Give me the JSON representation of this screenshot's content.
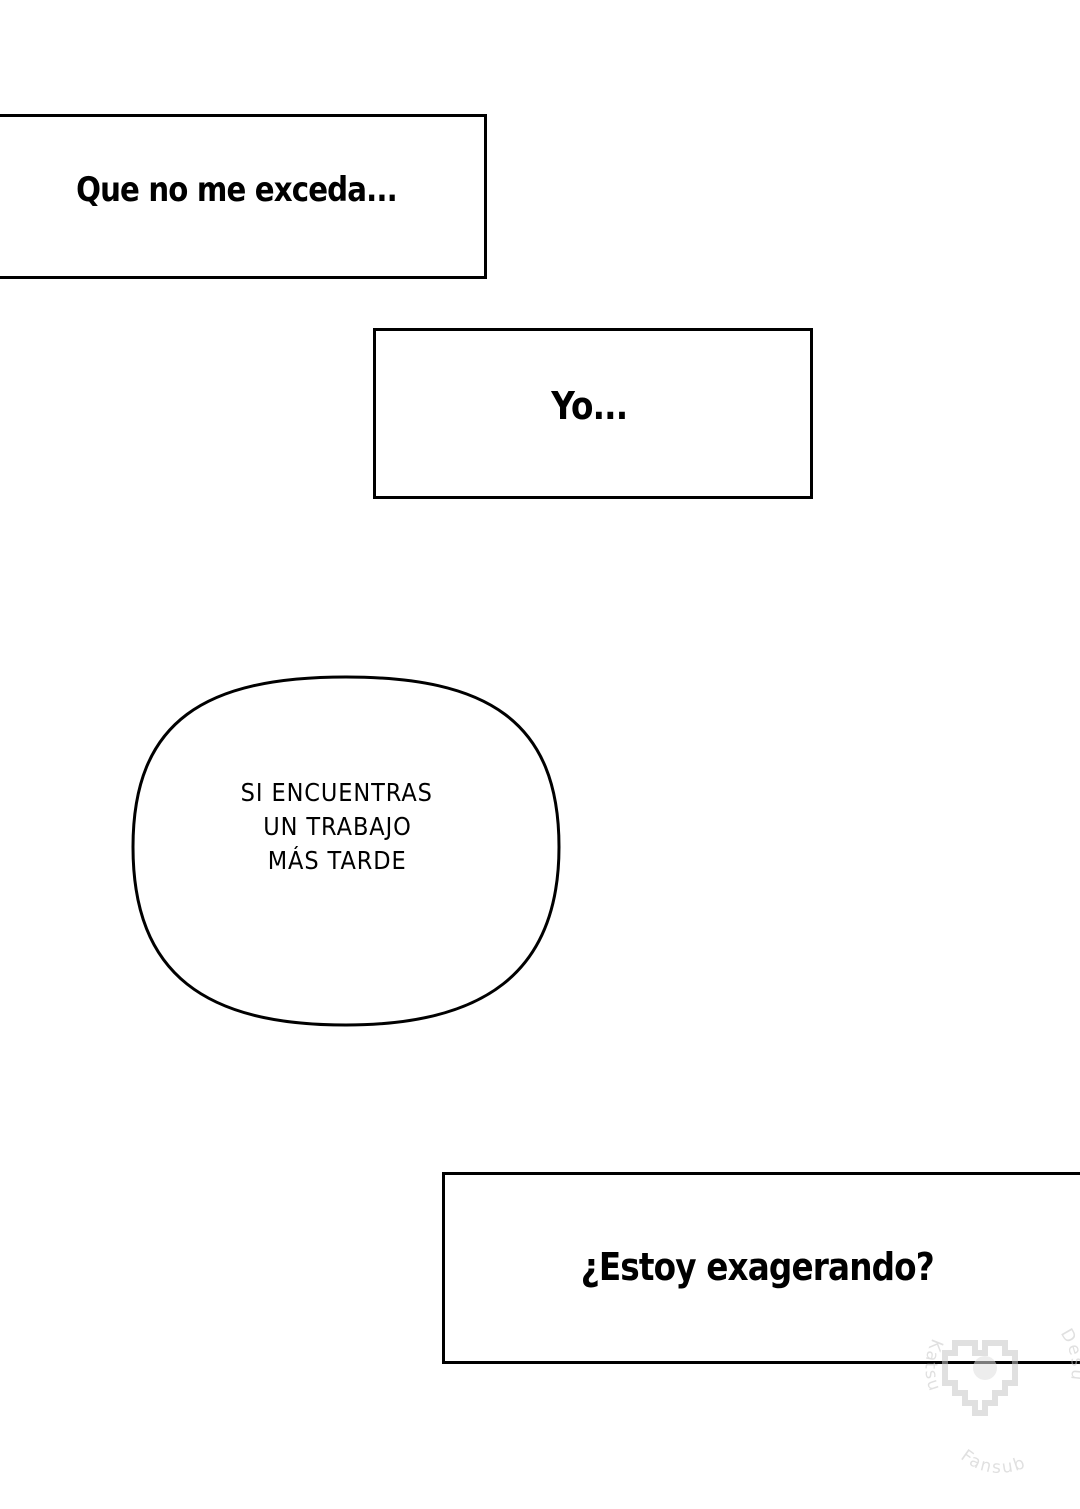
{
  "captions": {
    "first": "Que no me exceda...",
    "second": "Yo...",
    "third": "¿Estoy exagerando?"
  },
  "bubble": {
    "lines": [
      "SI ENCUENTRAS",
      "UN TRABAJO",
      "MÁS TARDE"
    ]
  },
  "watermark": {
    "word_left": "Katsu",
    "word_bottom": "Fansub",
    "word_right": "Desu",
    "icon": "pixel-heart-icon",
    "color": "#c8c8c8"
  }
}
